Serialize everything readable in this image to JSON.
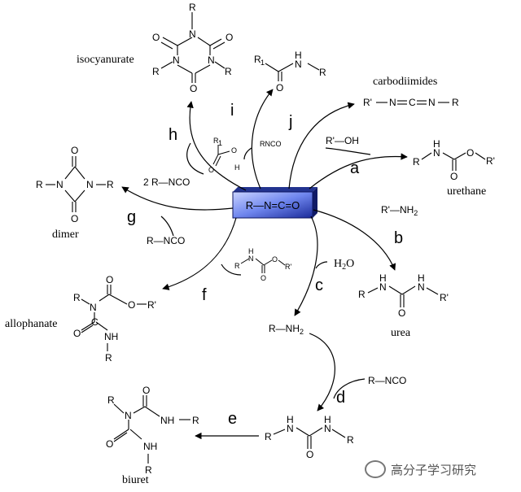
{
  "center": "R—N=C=O",
  "labels": {
    "isocyanurate": "isocyanurate",
    "carbodiimides": "carbodiimides",
    "urethane": "urethane",
    "urea": "urea",
    "dimer": "dimer",
    "allophanate": "allophanate",
    "biuret": "biuret"
  },
  "letters": {
    "a": "a",
    "b": "b",
    "c": "c",
    "d": "d",
    "e": "e",
    "f": "f",
    "g": "g",
    "h": "h",
    "i": "i",
    "j": "j"
  },
  "reagents": {
    "h": "2 R—NCO",
    "j": "RNCO",
    "a": "R'—OH",
    "b": "R'—NH",
    "b_sub": "2",
    "g": "R—NCO",
    "c": "H",
    "c_sub": "2",
    "c_end": "O",
    "d": "R—NCO",
    "amine": "R—NH",
    "amine_sub": "2"
  },
  "atoms": {
    "R": "R",
    "Rp": "R'",
    "R1": "R",
    "R1_sub": "1",
    "N": "N",
    "NH": "NH",
    "H": "H",
    "O": "O",
    "C": "C",
    "OH": "OH",
    "HN": "HN"
  },
  "watermark": "高分子学习研究",
  "colors": {
    "box_dark": "#1f2f9e",
    "box_light": "#9fb0ee"
  }
}
